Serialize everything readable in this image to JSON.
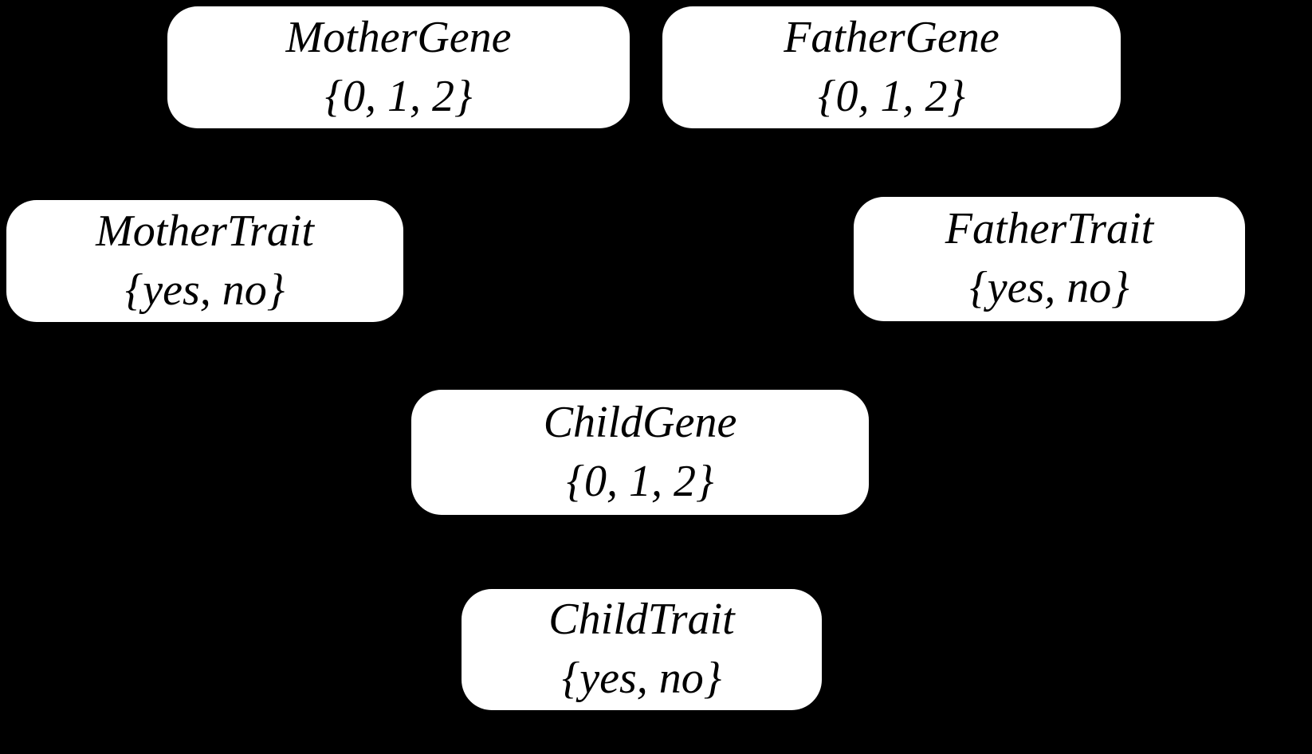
{
  "diagram": {
    "colors": {
      "background": "#000000",
      "node_fill": "#ffffff",
      "node_text": "#000000"
    },
    "nodes": [
      {
        "id": "mother-gene",
        "label": "MotherGene",
        "domain": "{0, 1, 2}"
      },
      {
        "id": "father-gene",
        "label": "FatherGene",
        "domain": "{0, 1, 2}"
      },
      {
        "id": "mother-trait",
        "label": "MotherTrait",
        "domain": "{yes, no}"
      },
      {
        "id": "father-trait",
        "label": "FatherTrait",
        "domain": "{yes, no}"
      },
      {
        "id": "child-gene",
        "label": "ChildGene",
        "domain": "{0, 1, 2}"
      },
      {
        "id": "child-trait",
        "label": "ChildTrait",
        "domain": "{yes, no}"
      }
    ]
  }
}
